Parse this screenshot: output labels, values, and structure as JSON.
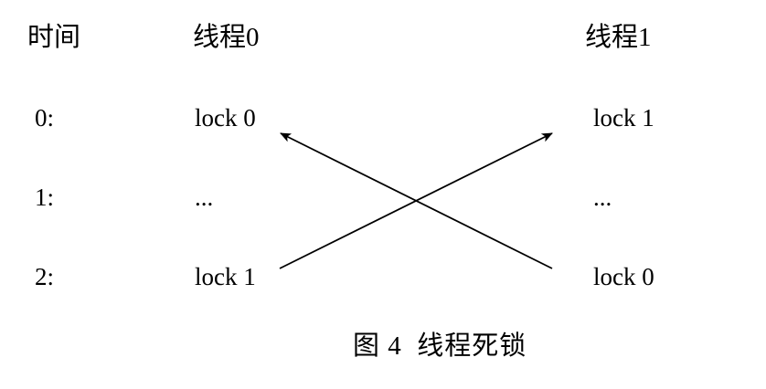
{
  "headers": {
    "time": "时间",
    "thread0": "线程0",
    "thread1": "线程1"
  },
  "rows": [
    {
      "time": "0:",
      "thread0": "lock 0",
      "thread1": "lock 1"
    },
    {
      "time": "1:",
      "thread0": "...",
      "thread1": "..."
    },
    {
      "time": "2:",
      "thread0": "lock 1",
      "thread1": "lock 0"
    }
  ],
  "arrows": [
    {
      "from": "thread1.lock 0 (time 2)",
      "to": "thread0.lock 0 (time 0)"
    },
    {
      "from": "thread0.lock 1 (time 2)",
      "to": "thread1.lock 1 (time 0)"
    }
  ],
  "caption": {
    "label": "图 4",
    "title": "线程死锁"
  }
}
